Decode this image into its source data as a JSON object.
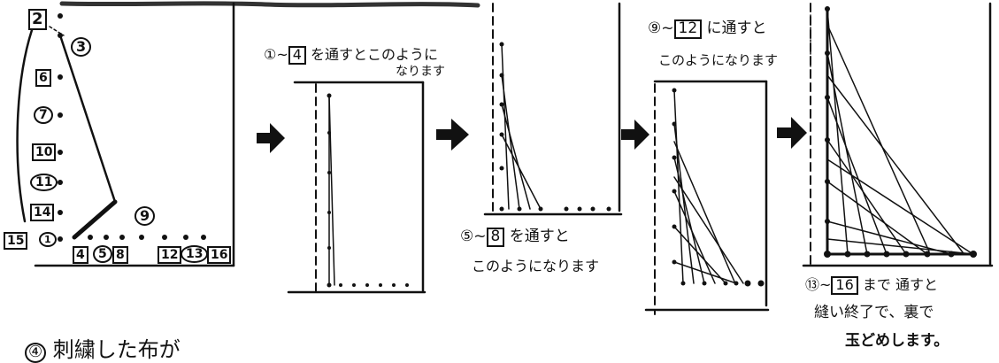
{
  "labels": {
    "p2": "2",
    "p3": "3",
    "p6": "6",
    "p7": "7",
    "p10": "10",
    "p11": "11",
    "p14": "14",
    "p15": "15",
    "p1": "1",
    "p4": "4",
    "p5": "5",
    "p8": "8",
    "p9": "9",
    "p12": "12",
    "p13": "13",
    "p16": "16"
  },
  "captions": {
    "step1": {
      "from": "①",
      "sep": "~",
      "to": "4",
      "line1": "を通すとこのように",
      "line2": "なります"
    },
    "step2": {
      "from": "⑤",
      "sep": "~",
      "to": "8",
      "line1": "を通すと",
      "line2": "このようになります"
    },
    "step3": {
      "from": "⑨",
      "sep": "~",
      "to": "12",
      "line1": "に通すと",
      "line2": "このようになります"
    },
    "step4": {
      "from": "⑬",
      "sep": "~",
      "to": "16",
      "line1": "まで 通すと",
      "line2": "縫い終了で、裏で",
      "line3": "玉どめします。"
    }
  },
  "footer": {
    "num": "④",
    "text": "刺繍した布が"
  },
  "colors": {
    "ink": "#111111",
    "paper": "#ffffff"
  }
}
